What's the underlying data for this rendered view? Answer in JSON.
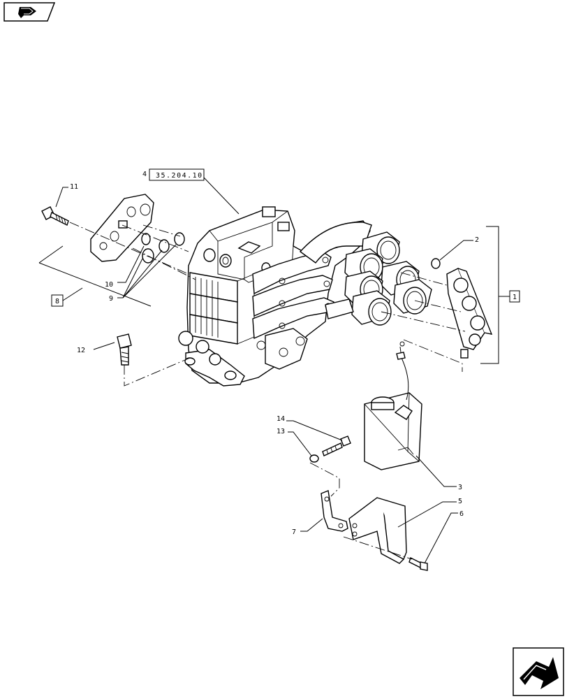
{
  "navigation": {
    "prev_icon": "page-back-arrow-icon",
    "next_icon": "page-forward-arrow-icon"
  },
  "diagram": {
    "reference_box": {
      "item": "4",
      "text": "35.204.10"
    },
    "callouts": {
      "c1": "1",
      "c2": "2",
      "c3": "3",
      "c5": "5",
      "c6": "6",
      "c7": "7",
      "c8": "8",
      "c9": "9",
      "c10": "10",
      "c11": "11",
      "c12": "12",
      "c13": "13",
      "c14": "14"
    }
  }
}
